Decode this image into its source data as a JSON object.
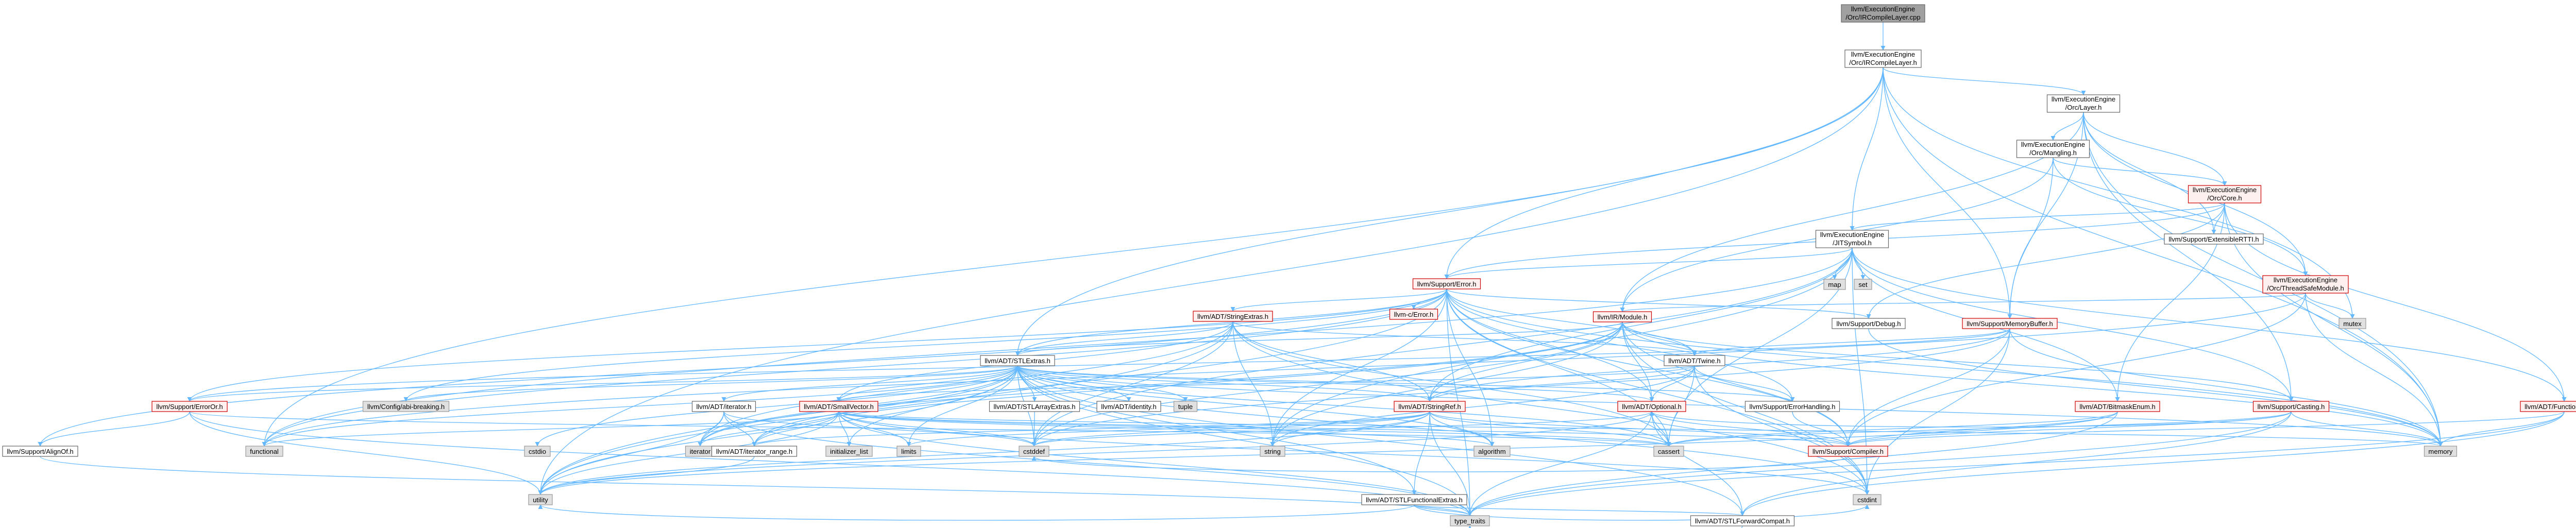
{
  "nodes": [
    {
      "id": "root",
      "lines": [
        "llvm/ExecutionEngine",
        "/Orc/IRCompileLayer.cpp"
      ],
      "style": "root"
    },
    {
      "id": "ircompilelayer_h",
      "lines": [
        "llvm/ExecutionEngine",
        "/Orc/IRCompileLayer.h"
      ],
      "style": "plain"
    },
    {
      "id": "layer_h",
      "lines": [
        "llvm/ExecutionEngine",
        "/Orc/Layer.h"
      ],
      "style": "plain"
    },
    {
      "id": "mangling_h",
      "lines": [
        "llvm/ExecutionEngine",
        "/Orc/Mangling.h"
      ],
      "style": "plain"
    },
    {
      "id": "core_h",
      "lines": [
        "llvm/ExecutionEngine",
        "/Orc/Core.h"
      ],
      "style": "red"
    },
    {
      "id": "jitsymbol_h",
      "lines": [
        "llvm/ExecutionEngine",
        "/JITSymbol.h"
      ],
      "style": "plain"
    },
    {
      "id": "extensiblertti_h",
      "lines": [
        "llvm/Support/ExtensibleRTTI.h"
      ],
      "style": "plain"
    },
    {
      "id": "threadsafemodule_h",
      "lines": [
        "llvm/ExecutionEngine",
        "/Orc/ThreadSafeModule.h"
      ],
      "style": "red"
    },
    {
      "id": "support_error_h",
      "lines": [
        "llvm/Support/Error.h"
      ],
      "style": "red"
    },
    {
      "id": "map",
      "lines": [
        "map"
      ],
      "style": "gray"
    },
    {
      "id": "set",
      "lines": [
        "set"
      ],
      "style": "gray"
    },
    {
      "id": "mutex",
      "lines": [
        "mutex"
      ],
      "style": "gray"
    },
    {
      "id": "c_error_h",
      "lines": [
        "llvm-c/Error.h"
      ],
      "style": "red"
    },
    {
      "id": "stringextras_h",
      "lines": [
        "llvm/ADT/StringExtras.h"
      ],
      "style": "red"
    },
    {
      "id": "irmodule_h",
      "lines": [
        "llvm/IR/Module.h"
      ],
      "style": "red"
    },
    {
      "id": "debug_h",
      "lines": [
        "llvm/Support/Debug.h"
      ],
      "style": "plain"
    },
    {
      "id": "memorybuffer_h",
      "lines": [
        "llvm/Support/MemoryBuffer.h"
      ],
      "style": "red"
    },
    {
      "id": "stlextras_h",
      "lines": [
        "llvm/ADT/STLExtras.h"
      ],
      "style": "plain"
    },
    {
      "id": "twine_h",
      "lines": [
        "llvm/ADT/Twine.h"
      ],
      "style": "plain"
    },
    {
      "id": "errorhandling_h",
      "lines": [
        "llvm/Support/ErrorHandling.h"
      ],
      "style": "plain"
    },
    {
      "id": "erroror_h",
      "lines": [
        "llvm/Support/ErrorOr.h"
      ],
      "style": "red"
    },
    {
      "id": "configbreaking_h",
      "lines": [
        "llvm/Config/abi-breaking.h"
      ],
      "style": "gray"
    },
    {
      "id": "iterator_h",
      "lines": [
        "llvm/ADT/iterator.h"
      ],
      "style": "plain"
    },
    {
      "id": "smallvector_h",
      "lines": [
        "llvm/ADT/SmallVector.h"
      ],
      "style": "red"
    },
    {
      "id": "stlarrayextras_h",
      "lines": [
        "llvm/ADT/STLArrayExtras.h"
      ],
      "style": "plain"
    },
    {
      "id": "identity_h",
      "lines": [
        "llvm/ADT/identity.h"
      ],
      "style": "plain"
    },
    {
      "id": "tuple",
      "lines": [
        "tuple"
      ],
      "style": "gray"
    },
    {
      "id": "stringref_h",
      "lines": [
        "llvm/ADT/StringRef.h"
      ],
      "style": "red"
    },
    {
      "id": "optional_h",
      "lines": [
        "llvm/ADT/Optional.h"
      ],
      "style": "red"
    },
    {
      "id": "bitmaskenum_h",
      "lines": [
        "llvm/ADT/BitmaskEnum.h"
      ],
      "style": "red"
    },
    {
      "id": "casting_h",
      "lines": [
        "llvm/Support/Casting.h"
      ],
      "style": "red"
    },
    {
      "id": "functionextras_h",
      "lines": [
        "llvm/ADT/FunctionExtras.h"
      ],
      "style": "red"
    },
    {
      "id": "alignof_h",
      "lines": [
        "llvm/Support/AlignOf.h"
      ],
      "style": "plain"
    },
    {
      "id": "functional",
      "lines": [
        "functional"
      ],
      "style": "gray"
    },
    {
      "id": "cstdio",
      "lines": [
        "cstdio"
      ],
      "style": "gray"
    },
    {
      "id": "iterator",
      "lines": [
        "iterator"
      ],
      "style": "gray"
    },
    {
      "id": "iterator_range_h",
      "lines": [
        "llvm/ADT/iterator_range.h"
      ],
      "style": "plain"
    },
    {
      "id": "initializer_list",
      "lines": [
        "initializer_list"
      ],
      "style": "gray"
    },
    {
      "id": "limits",
      "lines": [
        "limits"
      ],
      "style": "gray"
    },
    {
      "id": "cstddef",
      "lines": [
        "cstddef"
      ],
      "style": "gray"
    },
    {
      "id": "string",
      "lines": [
        "string"
      ],
      "style": "gray"
    },
    {
      "id": "algorithm",
      "lines": [
        "algorithm"
      ],
      "style": "gray"
    },
    {
      "id": "cassert",
      "lines": [
        "cassert"
      ],
      "style": "gray"
    },
    {
      "id": "compiler_h",
      "lines": [
        "llvm/Support/Compiler.h"
      ],
      "style": "red"
    },
    {
      "id": "memory",
      "lines": [
        "memory"
      ],
      "style": "gray"
    },
    {
      "id": "stlfunctionalextras_h",
      "lines": [
        "llvm/ADT/STLFunctionalExtras.h"
      ],
      "style": "plain"
    },
    {
      "id": "utility",
      "lines": [
        "utility"
      ],
      "style": "gray"
    },
    {
      "id": "cstdint",
      "lines": [
        "cstdint"
      ],
      "style": "gray"
    },
    {
      "id": "stlforwardcompat_h",
      "lines": [
        "llvm/ADT/STLForwardCompat.h"
      ],
      "style": "plain"
    },
    {
      "id": "type_traits",
      "lines": [
        "type_traits"
      ],
      "style": "gray"
    }
  ],
  "colors": {
    "edge": "#63b8ff",
    "plain_fill": "#ffffff",
    "plain_border": "#666666",
    "red_fill": "#fff0f0",
    "red_border": "#cc0000",
    "gray_fill": "#e0e0e0",
    "gray_border": "#999999",
    "root_fill": "#a0a0a0",
    "root_border": "#666666"
  }
}
